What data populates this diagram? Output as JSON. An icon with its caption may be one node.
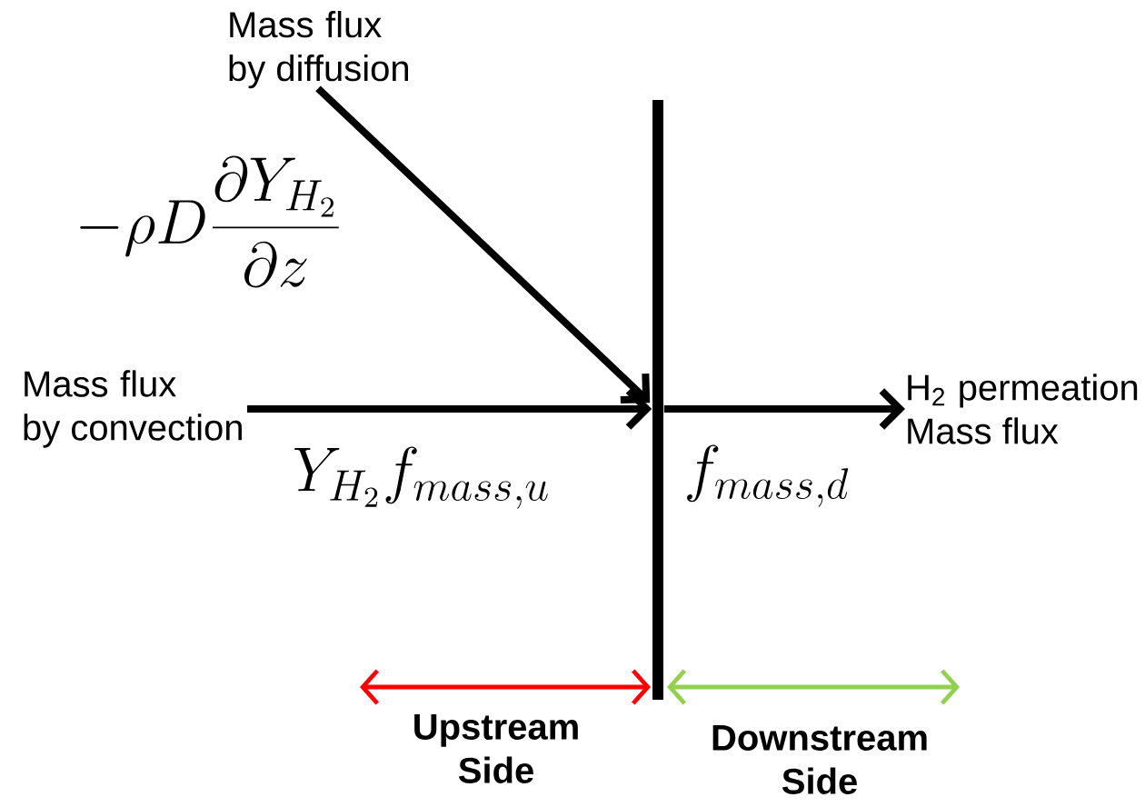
{
  "diagram": {
    "nodes": [
      {
        "text": [
          "Mass flux by diffusion"
        ]
      },
      {
        "text": [
          "Mass flux by convection"
        ]
      },
      {
        "text": [
          "H$_{2}$ permeation Mass flux"
        ]
      },
      {
        "text": [],
        "shape": "bar"
      }
    ],
    "edges": [
      {
        "from": 0,
        "to": 3,
        "arrow": "to",
        "label": "-\\rho D \\frac{\\partial Y_{H_2}}{\\partial z}"
      },
      {
        "from": 1,
        "to": 3,
        "arrow": "to",
        "label": "Y_{H_2} f_{mass,u}"
      },
      {
        "from": 3,
        "to": 2,
        "arrow": "to",
        "label": "f_{mass,d}"
      }
    ],
    "labels": [
      "Upstream Side",
      "Downstream Side"
    ]
  }
}
